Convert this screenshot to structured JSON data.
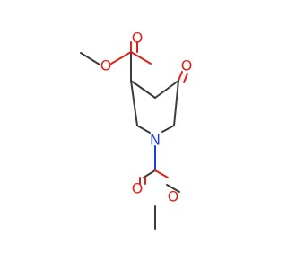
{
  "molecule": {
    "atoms": [
      {
        "id": "ester_top_o_carbonyl",
        "symbol": "O",
        "color": "#e0221a"
      },
      {
        "id": "ester_top_o_ether",
        "symbol": "O",
        "color": "#e0221a"
      },
      {
        "id": "ketone_o",
        "symbol": "O",
        "color": "#e0221a"
      },
      {
        "id": "ring_n",
        "symbol": "N",
        "color": "#1f3ee0"
      },
      {
        "id": "carbamate_o_carbonyl",
        "symbol": "O",
        "color": "#e0221a"
      },
      {
        "id": "carbamate_o_ether",
        "symbol": "O",
        "color": "#e0221a"
      }
    ]
  }
}
